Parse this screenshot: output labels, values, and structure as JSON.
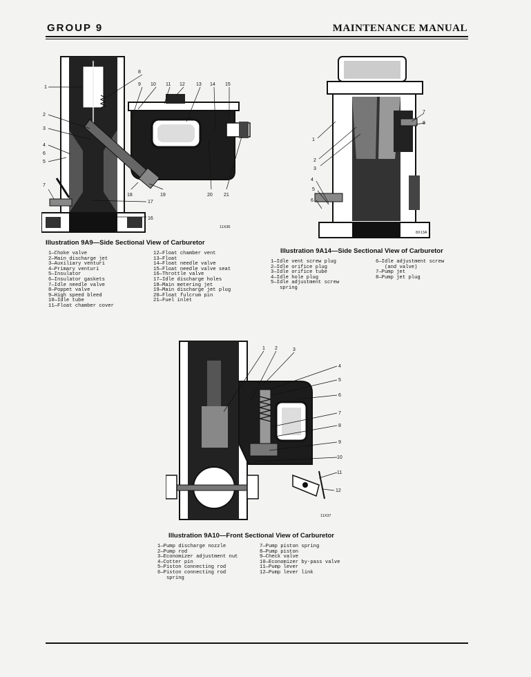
{
  "header": {
    "left": "GROUP 9",
    "right": "MAINTENANCE MANUAL"
  },
  "figures": [
    {
      "id": "9A9",
      "caption": "Illustration 9A9—Side Sectional View of Carburetor",
      "code": "11X36",
      "legend_col1": [
        "1—Choke valve",
        "2—Main discharge jet",
        "3—Auxiliary venturi",
        "4—Primary venturi",
        "5—Insulator",
        "6—Insulator gaskets",
        "7—Idle needle valve",
        "8—Poppet valve",
        "9—High speed bleed",
        "10—Idle tube",
        "11—Float chamber cover"
      ],
      "legend_col2": [
        "12—Float chamber vent",
        "13—Float",
        "14—Float needle valve",
        "15—Float needle valve seat",
        "16—Throttle valve",
        "17—Idle discharge holes",
        "18—Main metering jet",
        "19—Main discharge jet plug",
        "20—Float fulcrum pin",
        "21—Fuel inlet"
      ]
    },
    {
      "id": "9A14",
      "caption": "Illustration 9A14—Side Sectional View of Carburetor",
      "code": "8X13A",
      "legend_col1": [
        "1—Idle vent screw plug",
        "2—Idle orifice plug",
        "3—Idle orifice tube",
        "4—Idle hole plug",
        "5—Idle adjustment screw",
        "   spring"
      ],
      "legend_col2": [
        "6—Idle adjustment screw",
        "   (and valve)",
        "7—Pump jet",
        "8—Pump jet plug"
      ]
    },
    {
      "id": "9A10",
      "caption": "Illustration 9A10—Front Sectional View of Carburetor",
      "code": "11X37",
      "legend_col1": [
        "1—Pump discharge nozzle",
        "2—Pump rod",
        "3—Economizer adjustment nut",
        "4—Cotter pin",
        "5—Piston connecting rod",
        "6—Piston connecting rod",
        "   spring"
      ],
      "legend_col2": [
        "7—Pump piston spring",
        "8—Pump piston",
        "9—Check valve",
        "10—Economizer by-pass valve",
        "11—Pump lever",
        "12—Pump lever link"
      ]
    }
  ],
  "callouts": {
    "fig1": [
      "1",
      "2",
      "3",
      "4",
      "5",
      "6",
      "7",
      "8",
      "9",
      "10",
      "11",
      "12",
      "13",
      "14",
      "15",
      "16",
      "17",
      "18",
      "19",
      "20",
      "21"
    ],
    "fig2": [
      "1",
      "2",
      "3",
      "4",
      "5",
      "6",
      "7",
      "8"
    ],
    "fig3": [
      "1",
      "2",
      "3",
      "4",
      "5",
      "6",
      "7",
      "8",
      "9",
      "10",
      "11",
      "12"
    ]
  }
}
